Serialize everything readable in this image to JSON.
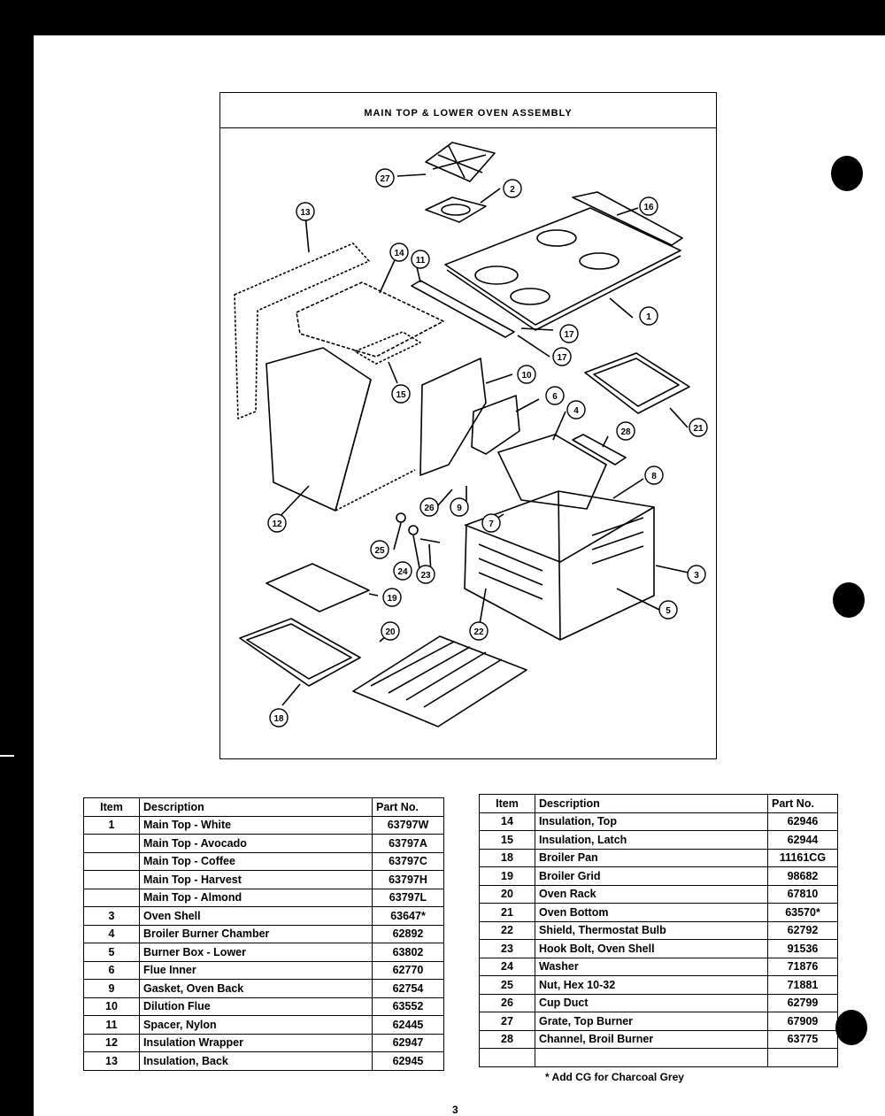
{
  "diagram": {
    "title": "MAIN TOP & LOWER OVEN ASSEMBLY",
    "callouts": [
      "27",
      "2",
      "16",
      "13",
      "14",
      "11",
      "1",
      "17",
      "17",
      "15",
      "10",
      "6",
      "4",
      "21",
      "28",
      "12",
      "26",
      "9",
      "8",
      "7",
      "3",
      "25",
      "24",
      "23",
      "19",
      "22",
      "5",
      "20",
      "18"
    ]
  },
  "table_left": {
    "headers": {
      "item": "Item",
      "description": "Description",
      "part": "Part No."
    },
    "rows": [
      {
        "item": "1",
        "description": "Main Top - White",
        "part": "63797W"
      },
      {
        "item": "",
        "description": "Main Top - Avocado",
        "part": "63797A"
      },
      {
        "item": "",
        "description": "Main Top - Coffee",
        "part": "63797C"
      },
      {
        "item": "",
        "description": "Main Top - Harvest",
        "part": "63797H"
      },
      {
        "item": "",
        "description": "Main Top - Almond",
        "part": "63797L"
      },
      {
        "item": "3",
        "description": "Oven Shell",
        "part": "63647*"
      },
      {
        "item": "4",
        "description": "Broiler Burner Chamber",
        "part": "62892"
      },
      {
        "item": "5",
        "description": "Burner Box - Lower",
        "part": "63802"
      },
      {
        "item": "6",
        "description": "Flue Inner",
        "part": "62770"
      },
      {
        "item": "9",
        "description": "Gasket, Oven Back",
        "part": "62754"
      },
      {
        "item": "10",
        "description": "Dilution Flue",
        "part": "63552"
      },
      {
        "item": "11",
        "description": "Spacer, Nylon",
        "part": "62445"
      },
      {
        "item": "12",
        "description": "Insulation Wrapper",
        "part": "62947"
      },
      {
        "item": "13",
        "description": "Insulation, Back",
        "part": "62945"
      }
    ]
  },
  "table_right": {
    "headers": {
      "item": "Item",
      "description": "Description",
      "part": "Part No."
    },
    "rows": [
      {
        "item": "14",
        "description": "Insulation, Top",
        "part": "62946"
      },
      {
        "item": "15",
        "description": "Insulation, Latch",
        "part": "62944"
      },
      {
        "item": "18",
        "description": "Broiler Pan",
        "part": "11161CG"
      },
      {
        "item": "19",
        "description": "Broiler Grid",
        "part": "98682"
      },
      {
        "item": "20",
        "description": "Oven Rack",
        "part": "67810"
      },
      {
        "item": "21",
        "description": "Oven Bottom",
        "part": "63570*"
      },
      {
        "item": "22",
        "description": "Shield, Thermostat Bulb",
        "part": "62792"
      },
      {
        "item": "23",
        "description": "Hook Bolt, Oven Shell",
        "part": "91536"
      },
      {
        "item": "24",
        "description": "Washer",
        "part": "71876"
      },
      {
        "item": "25",
        "description": "Nut, Hex 10-32",
        "part": "71881"
      },
      {
        "item": "26",
        "description": "Cup Duct",
        "part": "62799"
      },
      {
        "item": "27",
        "description": "Grate, Top Burner",
        "part": "67909"
      },
      {
        "item": "28",
        "description": "Channel, Broil Burner",
        "part": "63775"
      },
      {
        "item": "",
        "description": "",
        "part": ""
      }
    ]
  },
  "footnote": "* Add CG for Charcoal Grey",
  "page_number": "3"
}
